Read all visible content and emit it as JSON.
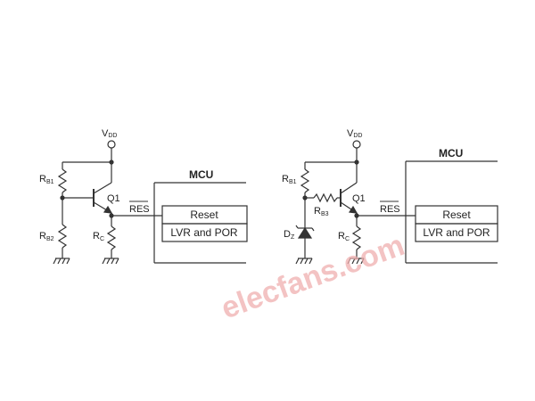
{
  "left_circuit": {
    "vdd": {
      "main": "V",
      "sub": "DD"
    },
    "rb1": {
      "main": "R",
      "sub": "B1"
    },
    "rb2": {
      "main": "R",
      "sub": "B2"
    },
    "rc": {
      "main": "R",
      "sub": "C"
    },
    "q1": "Q1",
    "res": "RES",
    "mcu": "MCU",
    "reset": "Reset",
    "lvr": "LVR and POR"
  },
  "right_circuit": {
    "vdd": {
      "main": "V",
      "sub": "DD"
    },
    "rb1": {
      "main": "R",
      "sub": "B1"
    },
    "rb3": {
      "main": "R",
      "sub": "B3"
    },
    "rc": {
      "main": "R",
      "sub": "C"
    },
    "dz": {
      "main": "D",
      "sub": "Z"
    },
    "q1": "Q1",
    "res": "RES",
    "mcu": "MCU",
    "reset": "Reset",
    "lvr": "LVR and POR"
  },
  "watermark": "elecfans.com",
  "colors": {
    "line": "#333333",
    "watermark": "#f0b0b0"
  }
}
